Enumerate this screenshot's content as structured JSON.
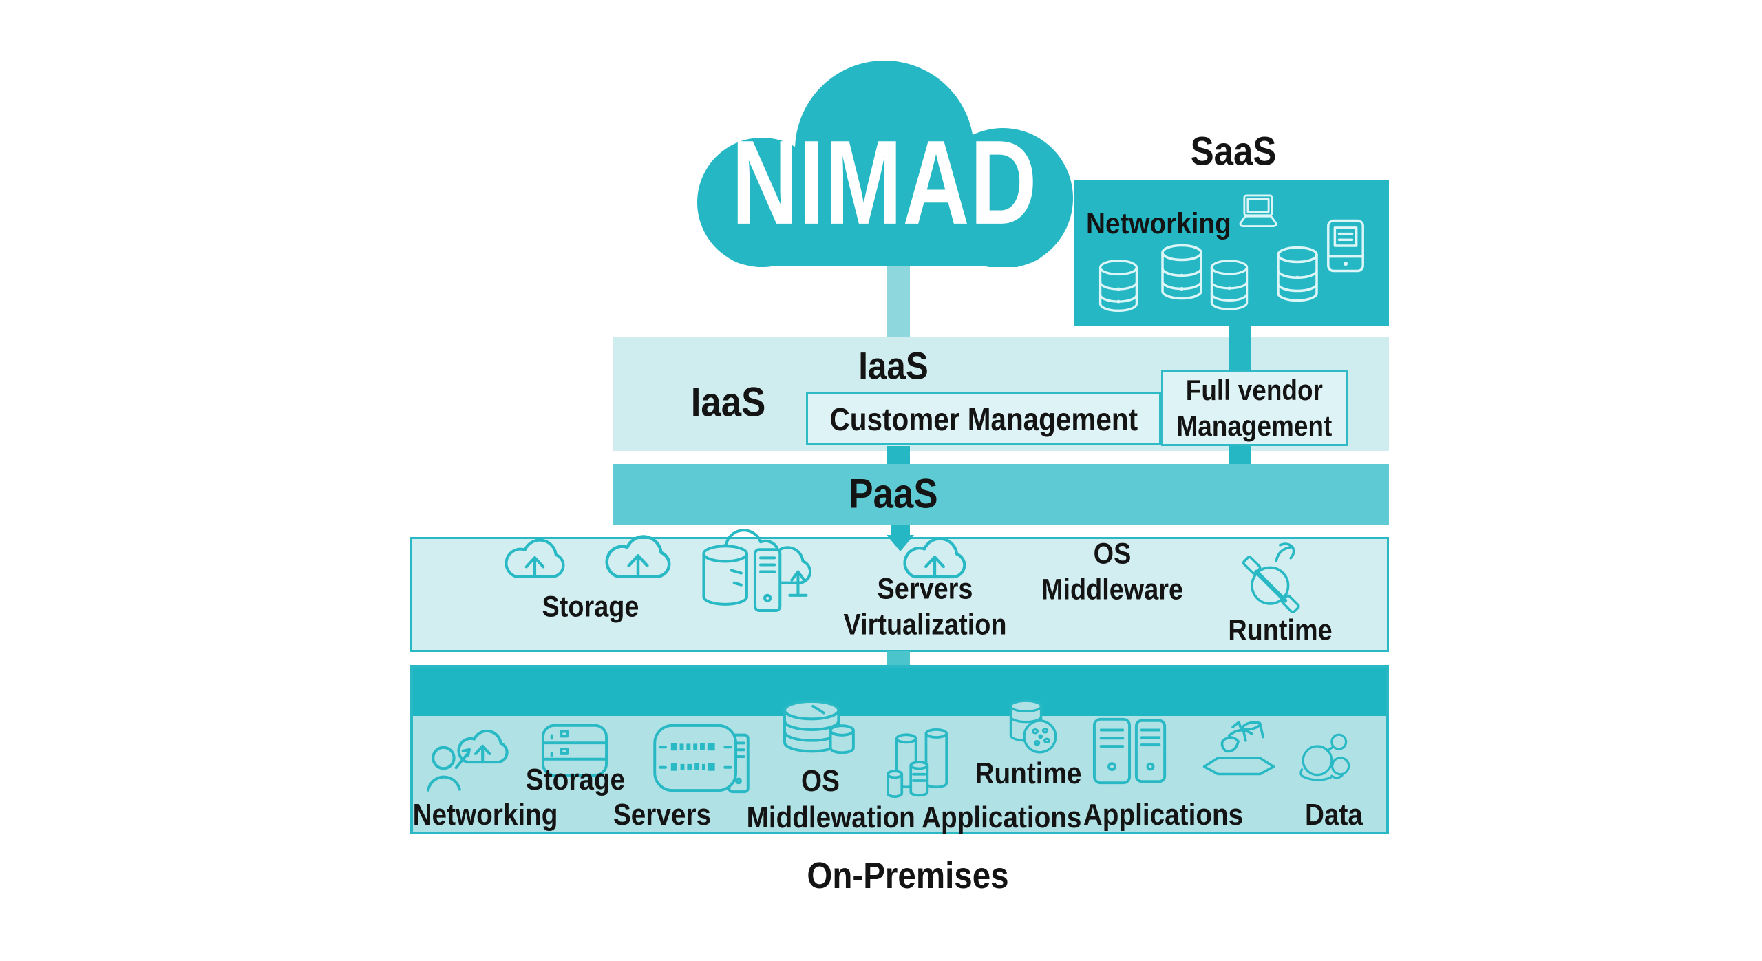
{
  "brand": {
    "name": "NIMAD"
  },
  "colors": {
    "teal": "#26b7c4",
    "teal_strip": "#1fb6c3",
    "teal_mid": "#5ecbd4",
    "band_light": "#d2eef0",
    "iaas_light": "#cfecef",
    "bottom_body": "#b0e1e5",
    "connector_light": "#8ed7dd",
    "icon_stroke": "#28b9c5",
    "saas_icon_stroke": "#dcf5f7",
    "text": "#141414"
  },
  "saas": {
    "title": "SaaS",
    "networking": "Networking"
  },
  "iaas": {
    "side_label": "IaaS",
    "title": "IaaS",
    "customer_box": "Customer Management",
    "vendor_box": {
      "line1": "Full vendor",
      "line2": "Management"
    }
  },
  "paas": {
    "title": "PaaS"
  },
  "virtual_layer": {
    "storage": "Storage",
    "servers": {
      "line1": "Servers",
      "line2": "Virtualization"
    },
    "os": {
      "line1": "OS",
      "line2": "Middleware"
    },
    "runtime": "Runtime"
  },
  "onprem_layer": {
    "networking": "Networking",
    "storage": "Storage",
    "servers": "Servers",
    "os": "OS",
    "middlewation": "Middlewation Applications",
    "runtime": "Runtime",
    "applications": "Applications",
    "data": "Data"
  },
  "footer": {
    "on_premises": "On-Premises"
  }
}
